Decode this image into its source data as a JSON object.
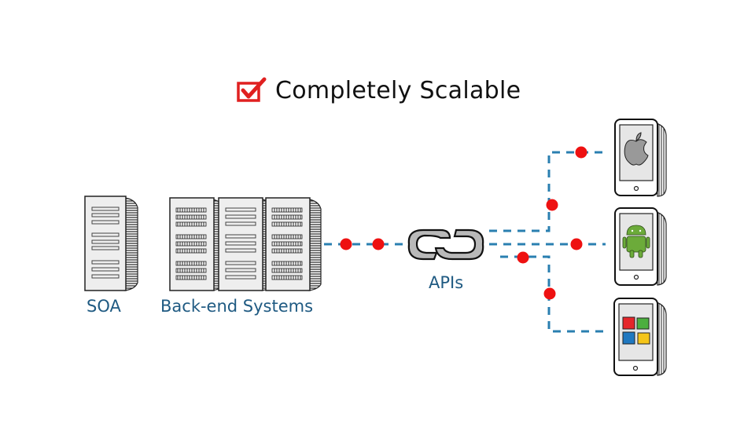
{
  "title": {
    "text": "Completely Scalable",
    "check_icon": "checkbox-checked-icon",
    "check_color": "#e02020"
  },
  "nodes": {
    "soa": {
      "label": "SOA",
      "icon": "server-icon"
    },
    "backend": {
      "label": "Back-end Systems",
      "icon": "server-rack-icon"
    },
    "apis": {
      "label": "APIs",
      "icon": "chain-link-icon"
    },
    "devices": [
      {
        "name": "apple-device",
        "icon": "apple-logo-icon"
      },
      {
        "name": "android-device",
        "icon": "android-logo-icon"
      },
      {
        "name": "windows-device",
        "icon": "windows-logo-icon"
      }
    ]
  },
  "colors": {
    "connector": "#2a7fb0",
    "dot": "#ee1111",
    "label": "#1f5a82",
    "android": "#6cab3a",
    "win_red": "#e5262a",
    "win_green": "#4caf3f",
    "win_blue": "#1f78c0",
    "win_yellow": "#f5c518"
  }
}
